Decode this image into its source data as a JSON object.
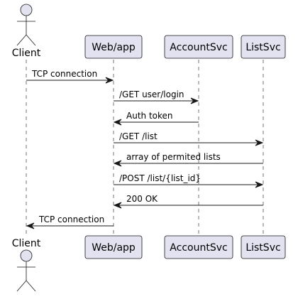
{
  "participants": [
    {
      "id": "client",
      "label": "Client",
      "kind": "actor"
    },
    {
      "id": "web",
      "label": "Web/app",
      "kind": "participant"
    },
    {
      "id": "account",
      "label": "AccountSvc",
      "kind": "participant"
    },
    {
      "id": "list",
      "label": "ListSvc",
      "kind": "participant"
    }
  ],
  "messages": [
    {
      "from": "client",
      "to": "web",
      "label": "TCP connection"
    },
    {
      "from": "web",
      "to": "account",
      "label": "/GET user/login"
    },
    {
      "from": "account",
      "to": "web",
      "label": "Auth token"
    },
    {
      "from": "web",
      "to": "list",
      "label": "/GET /list"
    },
    {
      "from": "list",
      "to": "web",
      "label": "array of permited lists"
    },
    {
      "from": "web",
      "to": "list",
      "label": "/POST /list/{list_id}"
    },
    {
      "from": "list",
      "to": "web",
      "label": "200 OK"
    },
    {
      "from": "web",
      "to": "client",
      "label": "TCP connection"
    }
  ]
}
